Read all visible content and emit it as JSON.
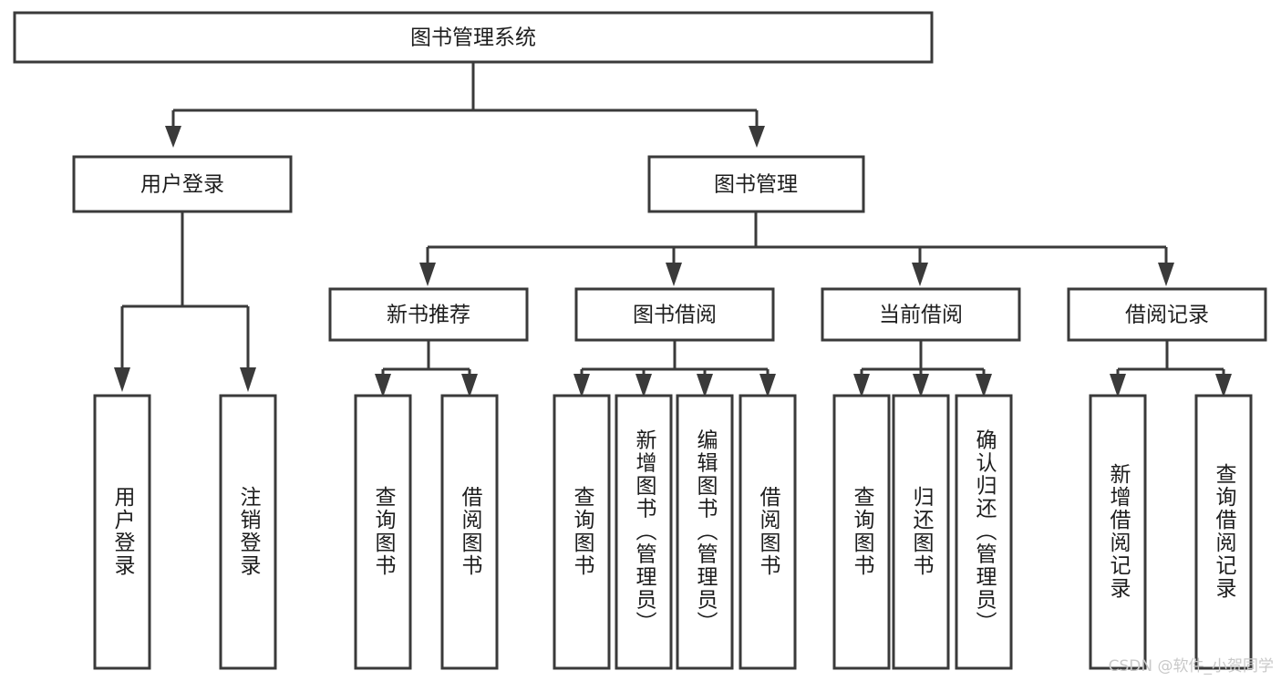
{
  "diagram": {
    "kind": "tree-hierarchy-chart",
    "title": "图书管理系统",
    "root": {
      "label": "图书管理系统"
    },
    "level2": [
      {
        "label": "用户登录"
      },
      {
        "label": "图书管理"
      }
    ],
    "level3": [
      {
        "label": "新书推荐"
      },
      {
        "label": "图书借阅"
      },
      {
        "label": "当前借阅"
      },
      {
        "label": "借阅记录"
      }
    ],
    "leaves": {
      "user_login": [
        {
          "label": "用户登录"
        },
        {
          "label": "注销登录"
        }
      ],
      "new_book_recommend": [
        {
          "label": "查询图书"
        },
        {
          "label": "借阅图书"
        }
      ],
      "book_borrow": [
        {
          "label": "查询图书"
        },
        {
          "label": "新增图书（管理员）"
        },
        {
          "label": "编辑图书（管理员）"
        },
        {
          "label": "借阅图书"
        }
      ],
      "current_borrow": [
        {
          "label": "查询图书"
        },
        {
          "label": "归还图书"
        },
        {
          "label": "确认归还（管理员）"
        }
      ],
      "borrow_record": [
        {
          "label": "新增借阅记录"
        },
        {
          "label": "查询借阅记录"
        }
      ]
    },
    "watermark": "CSDN @软件_小贺同学",
    "colors": {
      "box_stroke": "#3a3a3a",
      "box_fill": "#ffffff",
      "text": "#1d1d1d",
      "connector": "#3a3a3a",
      "watermark": "#c9c9c9",
      "background": "#ffffff"
    }
  }
}
